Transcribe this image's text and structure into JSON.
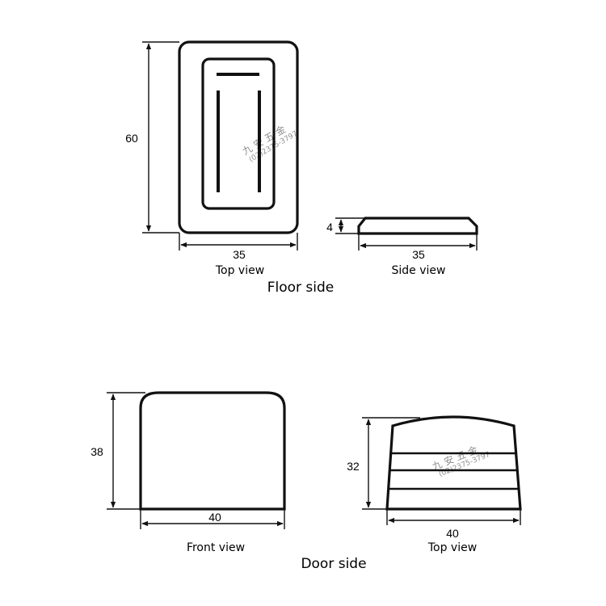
{
  "floor_side": {
    "section_label": "Floor side",
    "top_view": {
      "caption": "Top view",
      "height_label": "60",
      "width_label": "35"
    },
    "side_view": {
      "caption": "Side view",
      "height_label": "4",
      "width_label": "35"
    }
  },
  "door_side": {
    "section_label": "Door side",
    "front_view": {
      "caption": "Front view",
      "height_label": "38",
      "width_label": "40"
    },
    "top_view": {
      "caption": "Top view",
      "height_label": "32",
      "width_label": "40"
    }
  },
  "watermark": {
    "brand": "九 安 五 金",
    "phone": "(02)2375-3797"
  }
}
